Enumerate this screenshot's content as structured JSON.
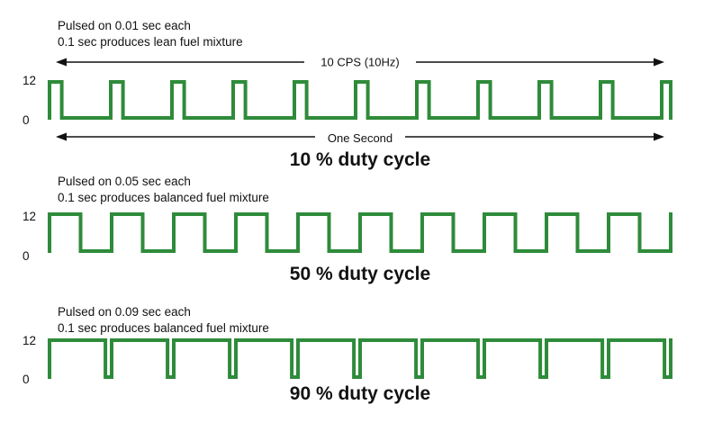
{
  "colors": {
    "wave": "#2e8b3a",
    "text": "#111111",
    "background": "#ffffff"
  },
  "panels": [
    {
      "caption_line1": "Pulsed on 0.01 sec each",
      "caption_line2": "0.1 sec produces lean fuel mixture",
      "high_label": "12",
      "low_label": "0",
      "title": "10 % duty cycle",
      "duty_cycle": 0.1,
      "cycles": 10,
      "top_arrow_label": "10 CPS (10Hz)",
      "bottom_arrow_label": "One Second"
    },
    {
      "caption_line1": "Pulsed on 0.05 sec each",
      "caption_line2": "0.1 sec produces balanced fuel mixture",
      "high_label": "12",
      "low_label": "0",
      "title": "50 % duty cycle",
      "duty_cycle": 0.5,
      "cycles": 10
    },
    {
      "caption_line1": "Pulsed on 0.09 sec each",
      "caption_line2": "0.1 sec produces balanced fuel mixture",
      "high_label": "12",
      "low_label": "0",
      "title": "90 % duty cycle",
      "duty_cycle": 0.9,
      "cycles": 10
    }
  ]
}
